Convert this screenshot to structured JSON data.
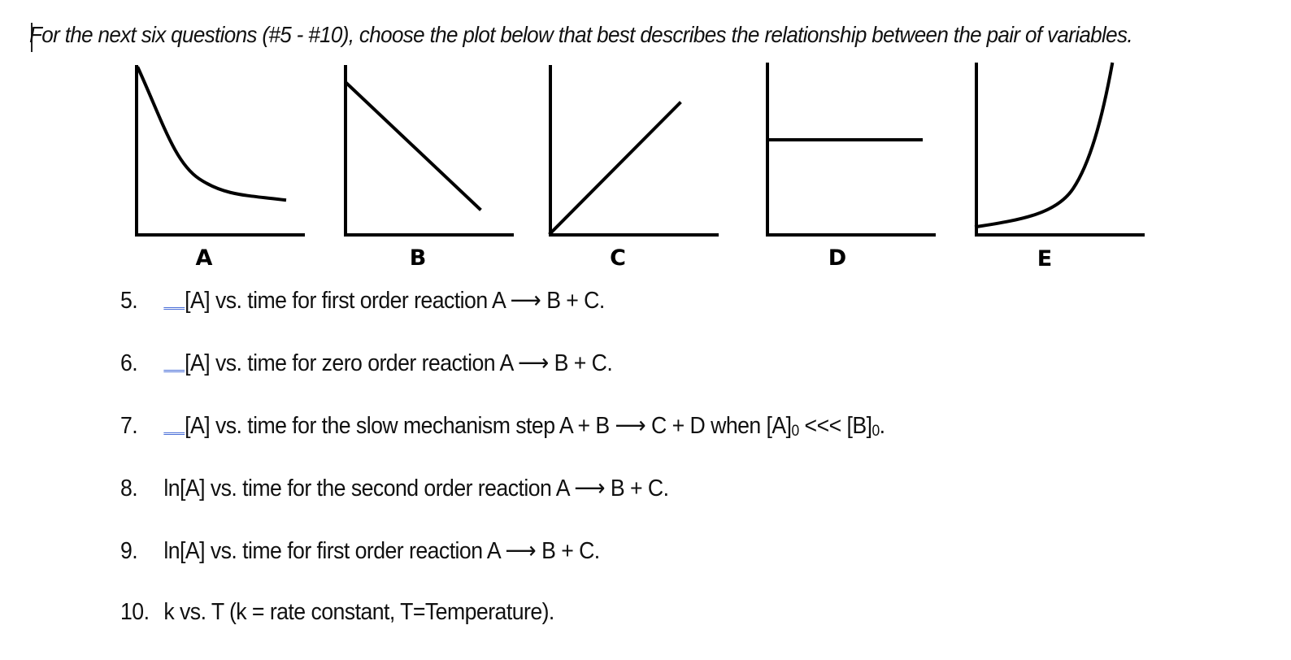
{
  "instructions": "For the next six questions (#5 - #10), choose the plot below that best describes the relationship between the pair of variables.",
  "plots": [
    {
      "label": "A",
      "shape": "exponential-decay"
    },
    {
      "label": "B",
      "shape": "linear-decreasing"
    },
    {
      "label": "C",
      "shape": "linear-increasing"
    },
    {
      "label": "D",
      "shape": "constant"
    },
    {
      "label": "E",
      "shape": "exponential-growth"
    }
  ],
  "questions": [
    {
      "number": "5.",
      "has_blank": true,
      "text_before": "[A] vs. time for first order reaction A ",
      "arrow": "⟶",
      "text_after": " B + C."
    },
    {
      "number": "6.",
      "has_blank": true,
      "text_before": "[A] vs. time for zero order reaction A ",
      "arrow": "⟶",
      "text_after": " B + C."
    },
    {
      "number": "7.",
      "has_blank": true,
      "text_before": "[A] vs. time for the slow mechanism step A + B ",
      "arrow": "⟶",
      "text_after": " C + D when [A]",
      "sub1": "0",
      "mid": " <<< [B]",
      "sub2": "0",
      "end": "."
    },
    {
      "number": "8.",
      "has_blank": false,
      "text_before": "ln[A] vs. time for the second order reaction A ",
      "arrow": "⟶",
      "text_after": " B + C."
    },
    {
      "number": "9.",
      "has_blank": false,
      "text_before": "ln[A] vs. time for first order reaction A ",
      "arrow": "⟶",
      "text_after": " B + C."
    },
    {
      "number": "10.",
      "has_blank": false,
      "text_before": "k vs. T (k = rate constant, T=Temperature)."
    }
  ]
}
